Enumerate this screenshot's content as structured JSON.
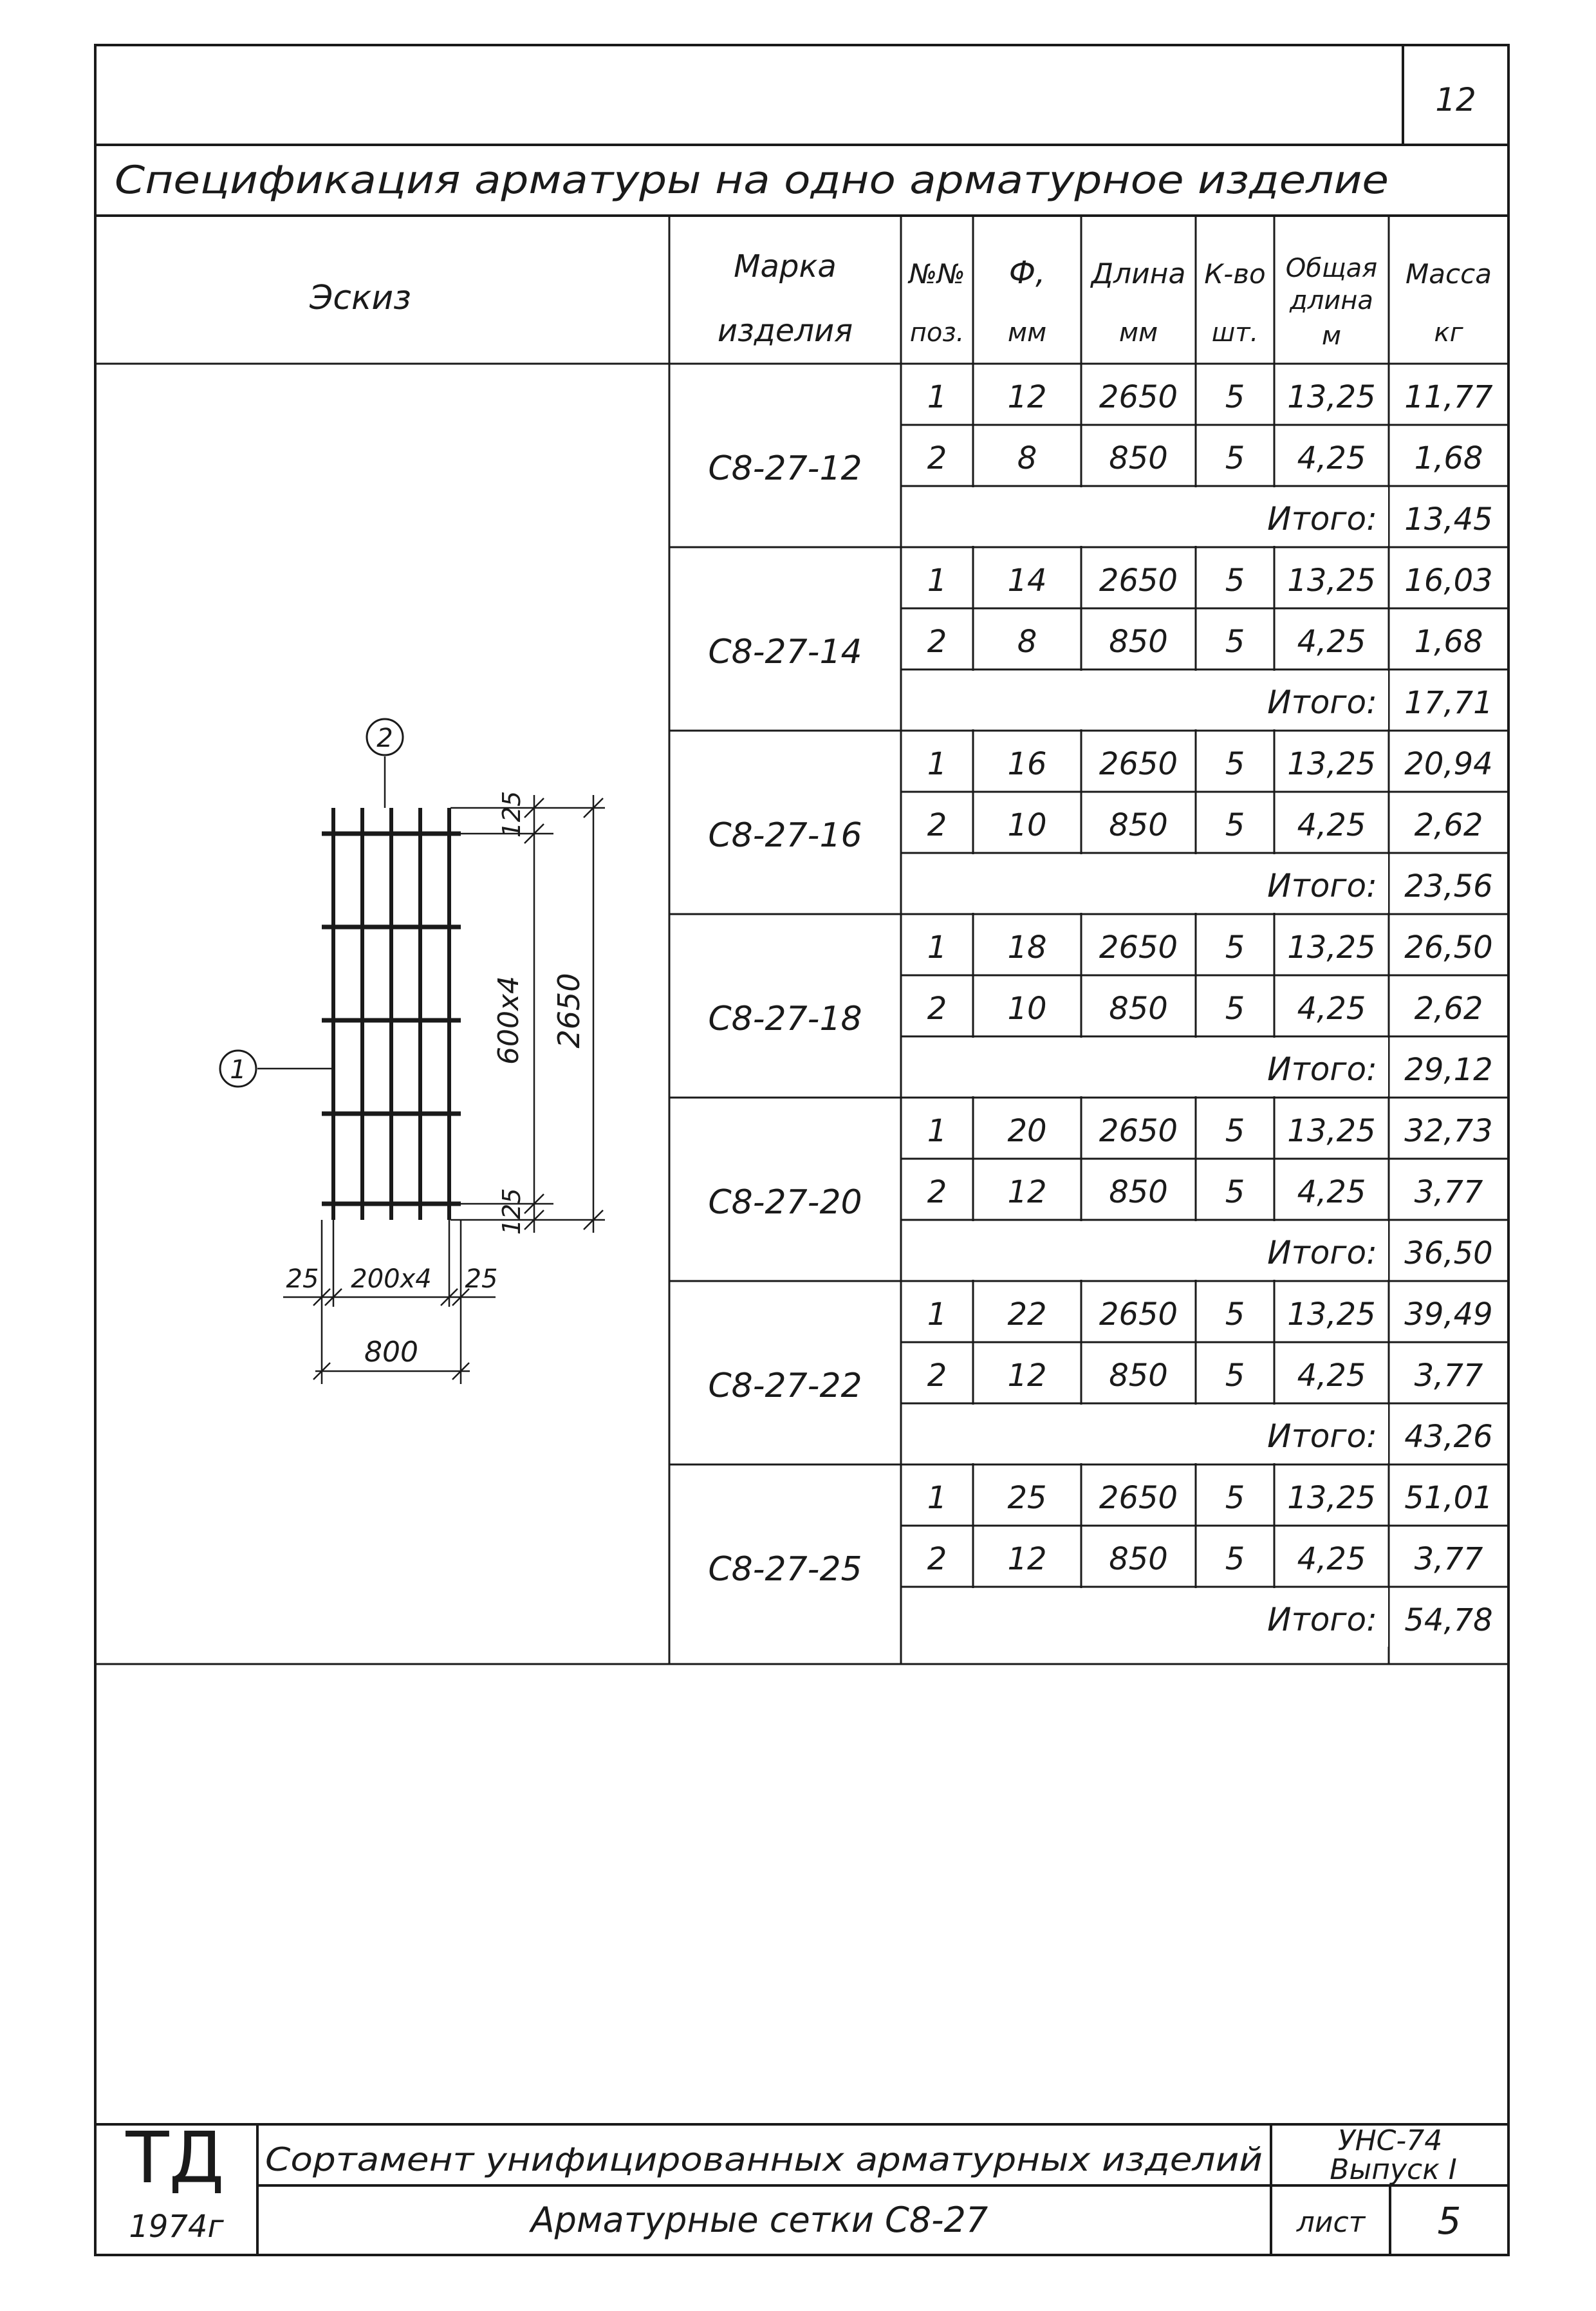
{
  "sheet_number": "12",
  "spec_title": "Спецификация арматуры на одно арматурное изделие",
  "headers": {
    "sketch": "Эскиз",
    "mark_line1": "Марка",
    "mark_line2": "изделия",
    "pos_line1": "№№",
    "pos_line2": "поз.",
    "dia_line1": "Ф,",
    "dia_line2": "мм",
    "length_line1": "Длина",
    "length_line2": "мм",
    "qty_line1": "К-во",
    "qty_line2": "шт.",
    "total_len_line1": "Общая",
    "total_len_line2": "длина",
    "total_len_line3": "м",
    "mass_line1": "Масса",
    "mass_line2": "кг"
  },
  "itogo_label": "Итого:",
  "products": [
    {
      "mark": "С8-27-12",
      "rows": [
        {
          "pos": "1",
          "dia": "12",
          "length": "2650",
          "qty": "5",
          "total_len": "13,25",
          "mass": "11,77"
        },
        {
          "pos": "2",
          "dia": "8",
          "length": "850",
          "qty": "5",
          "total_len": "4,25",
          "mass": "1,68"
        }
      ],
      "total": "13,45"
    },
    {
      "mark": "С8-27-14",
      "rows": [
        {
          "pos": "1",
          "dia": "14",
          "length": "2650",
          "qty": "5",
          "total_len": "13,25",
          "mass": "16,03"
        },
        {
          "pos": "2",
          "dia": "8",
          "length": "850",
          "qty": "5",
          "total_len": "4,25",
          "mass": "1,68"
        }
      ],
      "total": "17,71"
    },
    {
      "mark": "С8-27-16",
      "rows": [
        {
          "pos": "1",
          "dia": "16",
          "length": "2650",
          "qty": "5",
          "total_len": "13,25",
          "mass": "20,94"
        },
        {
          "pos": "2",
          "dia": "10",
          "length": "850",
          "qty": "5",
          "total_len": "4,25",
          "mass": "2,62"
        }
      ],
      "total": "23,56"
    },
    {
      "mark": "С8-27-18",
      "rows": [
        {
          "pos": "1",
          "dia": "18",
          "length": "2650",
          "qty": "5",
          "total_len": "13,25",
          "mass": "26,50"
        },
        {
          "pos": "2",
          "dia": "10",
          "length": "850",
          "qty": "5",
          "total_len": "4,25",
          "mass": "2,62"
        }
      ],
      "total": "29,12"
    },
    {
      "mark": "С8-27-20",
      "rows": [
        {
          "pos": "1",
          "dia": "20",
          "length": "2650",
          "qty": "5",
          "total_len": "13,25",
          "mass": "32,73"
        },
        {
          "pos": "2",
          "dia": "12",
          "length": "850",
          "qty": "5",
          "total_len": "4,25",
          "mass": "3,77"
        }
      ],
      "total": "36,50"
    },
    {
      "mark": "С8-27-22",
      "rows": [
        {
          "pos": "1",
          "dia": "22",
          "length": "2650",
          "qty": "5",
          "total_len": "13,25",
          "mass": "39,49"
        },
        {
          "pos": "2",
          "dia": "12",
          "length": "850",
          "qty": "5",
          "total_len": "4,25",
          "mass": "3,77"
        }
      ],
      "total": "43,26"
    },
    {
      "mark": "С8-27-25",
      "rows": [
        {
          "pos": "1",
          "dia": "25",
          "length": "2650",
          "qty": "5",
          "total_len": "13,25",
          "mass": "51,01"
        },
        {
          "pos": "2",
          "dia": "12",
          "length": "850",
          "qty": "5",
          "total_len": "4,25",
          "mass": "3,77"
        }
      ],
      "total": "54,78"
    }
  ],
  "sketch": {
    "callout_1": "1",
    "callout_2": "2",
    "dim_top_end": "125",
    "dim_bottom_end": "125",
    "dim_spacing_vertical": "600х4",
    "dim_overall_height": "2650",
    "dim_left_end": "25",
    "dim_spacing_horizontal": "200х4",
    "dim_right_end": "25",
    "dim_overall_width": "800"
  },
  "title_block": {
    "logo": "ТД",
    "year": "1974г",
    "title_line1": "Сортамент унифицированных арматурных изделий",
    "title_line2": "Арматурные сетки С8-27",
    "code_line1": "УНС-74",
    "code_line2": "Выпуск I",
    "sheet_label": "лист",
    "sheet_value": "5"
  }
}
